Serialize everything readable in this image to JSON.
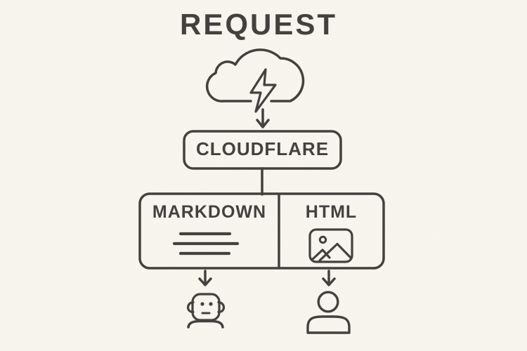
{
  "page": {
    "background": "#f8f6ef",
    "ink": "#413f3c"
  },
  "diagram": {
    "title": "REQUEST",
    "source": {
      "icon": "cloud-lightning-icon"
    },
    "gateway": {
      "label": "CLOUDFLARE"
    },
    "outputs": {
      "markdown": {
        "label": "MARKDOWN",
        "icon": "text-lines-icon",
        "consumer_icon": "robot-icon"
      },
      "html": {
        "label": "HTML",
        "icon": "image-icon",
        "consumer_icon": "person-icon"
      }
    }
  }
}
